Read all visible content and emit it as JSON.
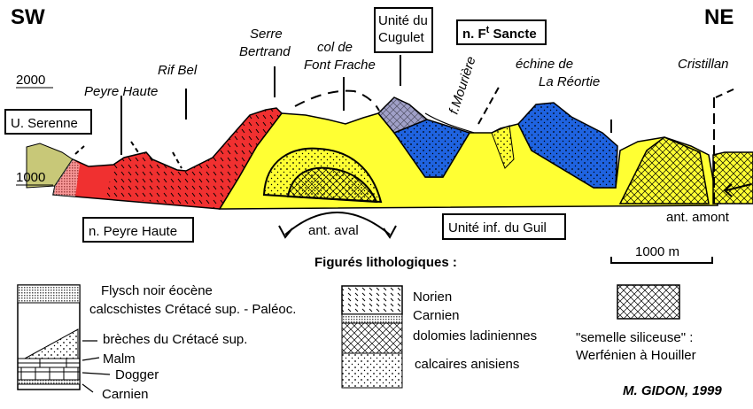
{
  "orientation": {
    "left": "SW",
    "right": "NE"
  },
  "altitudes": {
    "high": "2000",
    "low": "1000"
  },
  "place_names": {
    "peyre_haute": "Peyre Haute",
    "rif_bel": "Rif Bel",
    "serre_bertrand_1": "Serre",
    "serre_bertrand_2": "Bertrand",
    "col_1": "col de",
    "col_2": "Font Frache",
    "mouriere": "f.Mourière",
    "echine_1": "échine de",
    "echine_2": "La Réortie",
    "cristillan": "Cristillan"
  },
  "unit_boxes": {
    "serenne": "U. Serenne",
    "peyre_haute_nappe": "n. Peyre Haute",
    "cugulet_1": "Unité du",
    "cugulet_2": "Cugulet",
    "ft_sancte_pre": "n. F",
    "ft_sancte_sup": "t",
    "ft_sancte_post": " Sancte",
    "guil": "Unité inf. du Guil"
  },
  "structure_labels": {
    "ant_aval": "ant. aval",
    "ant_amont": "ant. amont"
  },
  "scale_bar": "1000 m",
  "legend": {
    "title": "Figurés lithologiques :",
    "col1": [
      "Flysch noir éocène",
      "calcschistes Crétacé sup. - Paléoc.",
      "brèches du Crétacé sup.",
      "Malm",
      "Dogger",
      "Carnien"
    ],
    "col2": [
      "Norien",
      "Carnien",
      "dolomies ladiniennes",
      "calcaires anisiens"
    ],
    "col3": [
      "\"semelle siliceuse\" :",
      "Werfénien à Houiller"
    ]
  },
  "credit": "M. GIDON, 1999",
  "colors": {
    "red": "#f03030",
    "yellow": "#ffff33",
    "blue": "#1f63e0",
    "olive": "#c8c878",
    "gray": "#a0a0c8"
  }
}
